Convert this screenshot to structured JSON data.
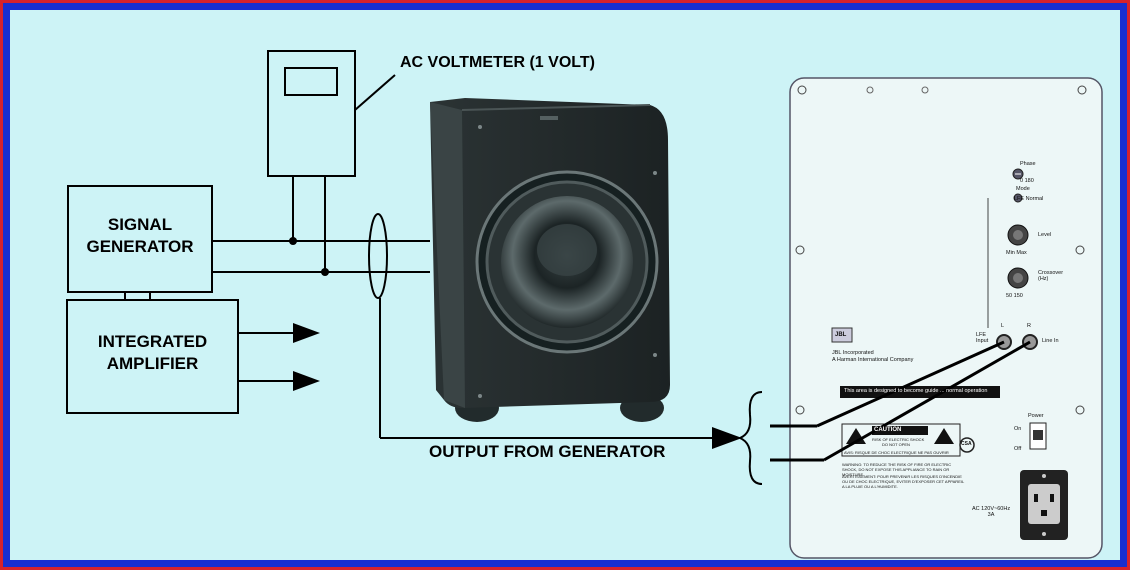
{
  "diagram": {
    "labels": {
      "voltmeter": "AC VOLTMETER (1 VOLT)",
      "signal_generator_line1": "SIGNAL",
      "signal_generator_line2": "GENERATOR",
      "amplifier_line1": "INTEGRATED",
      "amplifier_line2": "AMPLIFIER",
      "output": "OUTPUT FROM GENERATOR"
    },
    "back_panel": {
      "phase_label": "Phase",
      "phase_values": "0  180",
      "mode_label": "Mode",
      "mode_values": "LFE  Normal",
      "level_label": "Level",
      "level_range": "Min  Max",
      "crossover_label": "Crossover\n(Hz)",
      "crossover_range": "50   150",
      "brand": "JBL",
      "company_line1": "JBL Incorporated",
      "company_line2": "A Harman International Company",
      "input_l": "L",
      "input_r": "R",
      "lfe_input": "LFE\nInput",
      "line_in": "Line In",
      "notice": "This area is designed to become guide ... normal operation",
      "caution_title": "CAUTION",
      "caution_sub1": "RISK OF ELECTRIC SHOCK",
      "caution_sub2": "DO NOT OPEN",
      "caution_fr": "AVIS: RISQUE DE CHOC ELECTRIQUE NE PAS OUVRIR",
      "warning_text": "WARNING: TO REDUCE THE RISK OF FIRE OR ELECTRIC SHOCK, DO NOT EXPOSE THIS APPLIANCE TO RAIN OR MOISTURE.",
      "warning_fr": "AVERTISSEMENT: POUR PREVENIR LES RISQUES D'INCENDIE OU DE CHOC ELECTRIQUE, EVITER D'EXPOSER CET APPAREIL A LA PLUIE OU A L'HUMIDITE.",
      "csa": "CSA",
      "power_label": "Power",
      "on_label": "On",
      "off_label": "Off",
      "ac_rating": "AC 120V~60Hz\n3A"
    }
  }
}
